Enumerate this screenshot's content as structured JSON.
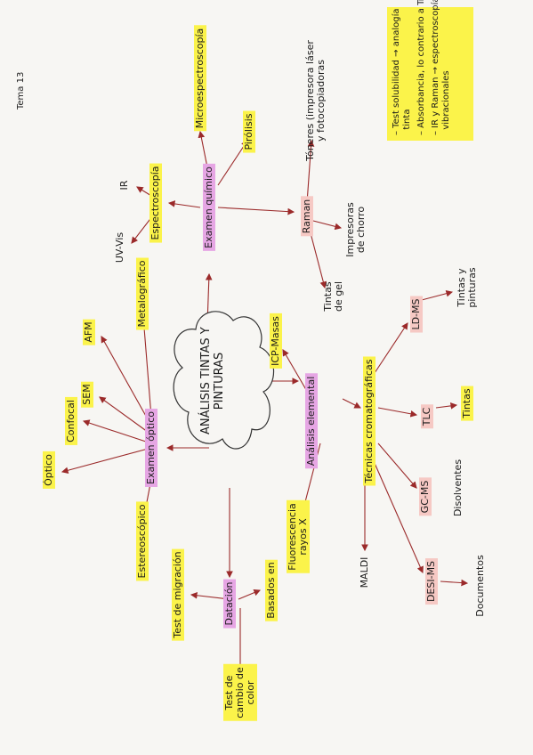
{
  "page_label": "Tema 13",
  "center_title": "ANÁLISIS TINTAS Y\nPINTURAS",
  "branches": {
    "examen_optico": "Examen óptico",
    "optico": "Óptico",
    "confocal": "Confocal",
    "sem": "SEM",
    "afm": "AFM",
    "metalografico": "Metalográfico",
    "estereoscopico": "Estereoscópico",
    "examen_quimico": "Examen químico",
    "espectroscopia": "Espectroscopía",
    "uv_vis": "UV-Vis",
    "ir": "IR",
    "microespectroscopia": "Microespectroscopía",
    "pirolisis": "Pirólisis",
    "raman": "Raman",
    "toners": "Tóneres (impresora láser\ny fotocopiadoras",
    "impresoras_chorro": "Impresoras\nde chorro",
    "tintas_gel": "Tintas\nde gel",
    "analisis_elemental": "Análisis elemental",
    "icp_masas": "ICP-Masas",
    "fluorescencia": "Fluorescencia\nrayos X",
    "tecnicas_cromatograficas": "Técnicas cromatográficas",
    "ld_ms": "LD-MS",
    "tintas_pinturas": "Tintas y\npinturas",
    "tlc": "TLC",
    "tintas": "Tintas",
    "gc_ms": "GC-MS",
    "disolventes": "Disolventes",
    "desi_ms": "DESI-MS",
    "documentos": "Documentos",
    "maldi": "MALDI",
    "datacion": "Datación",
    "test_migracion": "Test de migración",
    "basados_en": "Basados en",
    "test_cambio_color": "Test de\ncambio de\ncolor"
  },
  "legend": {
    "line1": "– Test solubilidad → analogía\n  tinta",
    "line2": "– Absorbancia, lo contrario a Transmit.",
    "line3": "– IR y Raman → espectroscopías\n  vibracionales"
  },
  "colors": {
    "highlight_yellow": "#fbf34a",
    "highlight_purple": "#e6a6e4",
    "highlight_pink": "#f6c9c4",
    "arrow": "#9b2a2a"
  }
}
